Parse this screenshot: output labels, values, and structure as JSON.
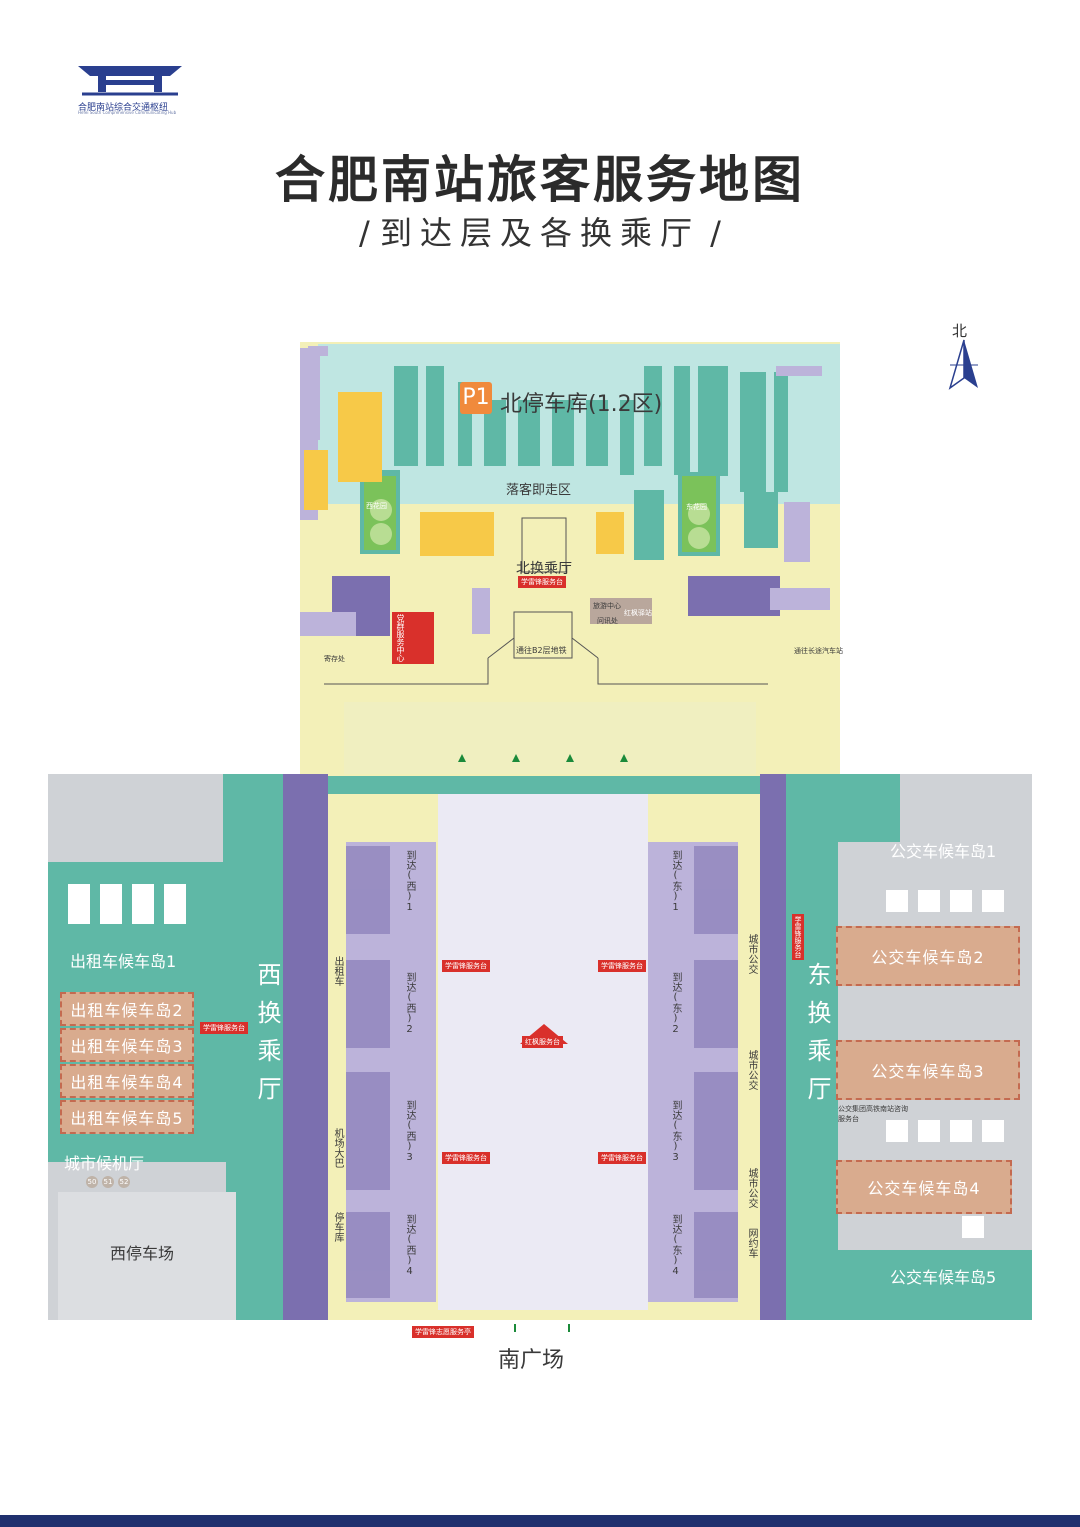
{
  "header": {
    "logo_text": "合肥南站综合交通枢纽",
    "logo_sub": "Hefei South Comprehensive Communicating Hub",
    "title": "合肥南站旅客服务地图",
    "subtitle": "到达层及各换乘厅"
  },
  "compass": {
    "label": "北"
  },
  "north_area": {
    "parking": "北停车库(1.2区)",
    "parking_icon": "P1",
    "corridor": "落客即走区",
    "hall": "北换乘厅",
    "west_garden": "西花园",
    "east_garden": "东花园",
    "party_center": "党群服务中心",
    "metro": "通往B2层地铁",
    "bus_station": "通往长途汽车站",
    "left_luggage": "寄存处",
    "info_center": "旅游中心",
    "inquiry": "问讯处",
    "red_post": "红枫驿站",
    "service_desk": "学雷锋服务台"
  },
  "west_hall": {
    "name": "西换乘厅",
    "taxi_islands": [
      "出租车候车岛1",
      "出租车候车岛2",
      "出租车候车岛3",
      "出租车候车岛4",
      "出租车候车岛5"
    ],
    "airport_hall": "城市候机厅",
    "west_parking": "西停车场",
    "service_desk": "学雷锋服务台",
    "gate_nums": [
      "50",
      "51",
      "52"
    ]
  },
  "east_hall": {
    "name": "东换乘厅",
    "bus_islands": [
      "公交车候车岛1",
      "公交车候车岛2",
      "公交车候车岛3",
      "公交车候车岛4",
      "公交车候车岛5"
    ],
    "bus_service": "公交集团高铁南站咨询服务台",
    "service_desk": "学雷锋服务台"
  },
  "center": {
    "exits_west": [
      "到达(西)1",
      "到达(西)2",
      "到达(西)3",
      "到达(西)4"
    ],
    "exits_east": [
      "到达(东)1",
      "到达(东)2",
      "到达(东)3",
      "到达(东)4"
    ],
    "west_side": [
      "出租车",
      "机场大巴",
      "停车库"
    ],
    "east_side": [
      "城市公交",
      "城市公交",
      "城市公交",
      "网约车"
    ],
    "red_service": "红枫服务台",
    "service_desk": "学雷锋服务台",
    "volunteer": "学雷锋志愿服务亭",
    "south_square": "南广场"
  },
  "colors": {
    "teal": "#5fb8a6",
    "light_teal": "#bfe6e2",
    "purple": "#7b6faf",
    "lavender": "#bcb3da",
    "pale_yellow": "#f3f0b8",
    "grey": "#cfd2d6",
    "sand": "#d9ab8e",
    "red": "#d9302b",
    "orange": "#f08a3c",
    "navy": "#20306e"
  }
}
